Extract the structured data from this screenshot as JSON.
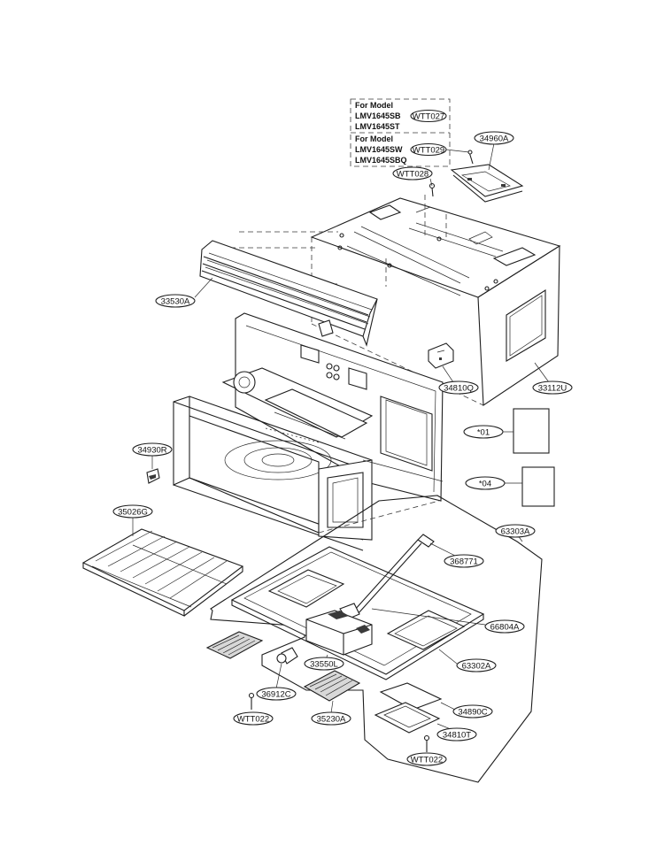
{
  "model_box": {
    "group1_heading": "For Model",
    "group1_models": [
      "LMV1645SB",
      "LMV1645ST"
    ],
    "group1_code": "WTT027",
    "group2_heading": "For Model",
    "group2_models": [
      "LMV1645SW",
      "LMV1645SBQ"
    ],
    "group2_code": "WTT029"
  },
  "parts": {
    "wtt028": "WTT028",
    "p34960A": "34960A",
    "p33530A": "33530A",
    "p34810Q": "34810Q",
    "p33112U": "33112U",
    "p01": "*01",
    "p04": "*04",
    "p34930R": "34930R",
    "p35026G": "35026G",
    "p63303A": "63303A",
    "p368771": "368771",
    "p66804A": "66804A",
    "p63302A": "63302A",
    "p33550L": "33550L",
    "p36912C": "36912C",
    "p35230A": "35230A",
    "p34890C": "34890C",
    "p34810T": "34810T",
    "wtt022_left": "WTT022",
    "wtt022_right": "WTT022"
  }
}
